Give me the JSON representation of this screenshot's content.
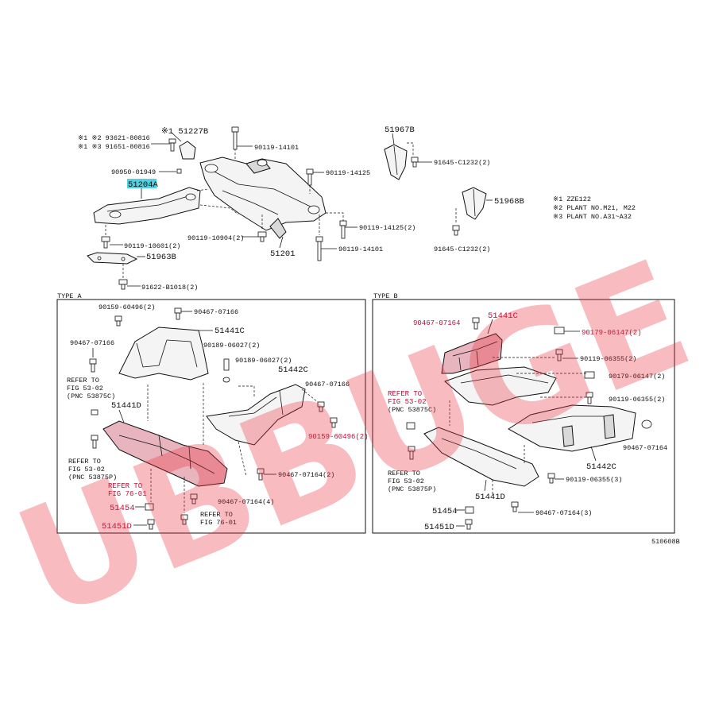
{
  "colors": {
    "watermark": "#e8303f",
    "highlight": "#4fd1e0",
    "red_label": "#b0143a"
  },
  "watermark": {
    "text": "UBBUGE"
  },
  "top": {
    "notes_left": [
      "※1 ※2 93621-80816",
      "※1 ※3 91651-80816"
    ],
    "p51227b": "※1 51227B",
    "p90950": "90950-01949",
    "p51204a": "51204A",
    "p90119_10601": "90119-10601(2)",
    "p51963b": "51963B",
    "p91622": "91622-B1018(2)",
    "p90119_14101_top": "90119-14101",
    "p90119_14125": "90119-14125",
    "p90119_10904": "90119-10904(2)",
    "p51201": "51201",
    "p90119_14101_bot": "90119-14101",
    "p90119_14125_2": "90119-14125(2)",
    "p51967b": "51967B",
    "p91645_a": "91645-C1232(2)",
    "p51968b": "51968B",
    "p91645_b": "91645-C1232(2)",
    "legend": [
      "※1 ZZE122",
      "※2 PLANT NO.M21, M22",
      "※3 PLANT NO.A31~A32"
    ]
  },
  "typeA": {
    "title": "TYPE A",
    "p90159_a": "90159-60496(2)",
    "p90467_a": "90467-07166",
    "p51441c": "51441C",
    "p90467_b": "90467-07166",
    "p90189_a": "90189-06027(2)",
    "p90189_b": "90189-06027(2)",
    "p51442c": "51442C",
    "p90467_c": "90467-07166",
    "refer1": [
      "REFER TO",
      "FIG 53-02",
      "(PNC 53875C)"
    ],
    "p51441d": "51441D",
    "p90159_b": "90159-60496(2)",
    "refer2": [
      "REFER TO",
      "FIG 53-02",
      "(PNC 53875P)"
    ],
    "refer3": [
      "REFER TO",
      "FIG 76-01"
    ],
    "p51454": "51454",
    "p51451d": "51451D",
    "p90467_07164_2": "90467-07164(2)",
    "p90467_07164_4": "90467-07164(4)",
    "refer4": [
      "REFER TO",
      "FIG 76-01"
    ]
  },
  "typeB": {
    "title": "TYPE B",
    "p90467_07164": "90467-07164",
    "p51441c": "51441C",
    "p90179_a": "90179-06147(2)",
    "p90119_a": "90119-06355(2)",
    "p90179_b": "90179-06147(2)",
    "p90119_b": "90119-06355(2)",
    "refer1": [
      "REFER TO",
      "FIG 53-02",
      "(PNC 53875C)"
    ],
    "p90467_07164_r": "90467-07164",
    "p51442c": "51442C",
    "p90119_c": "90119-06355(3)",
    "refer2": [
      "REFER TO",
      "FIG 53-02",
      "(PNC 53875P)"
    ],
    "p51441d": "51441D",
    "p51454": "51454",
    "p51451d": "51451D",
    "p90467_07164_3": "90467-07164(3)"
  },
  "figure_code": "510608B"
}
